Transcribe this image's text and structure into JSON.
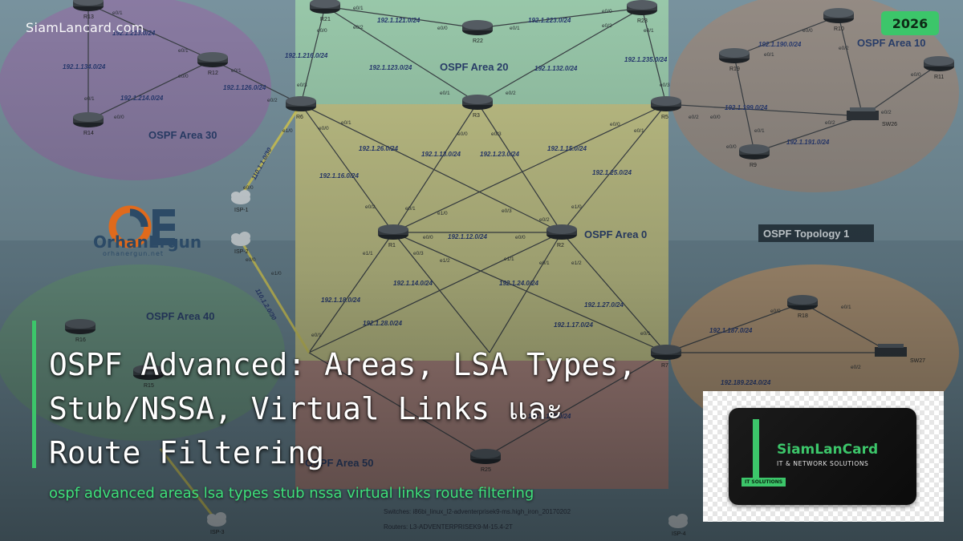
{
  "brand": {
    "site_name": "SiamLancard.com",
    "year": "2026"
  },
  "headline": {
    "title_lines": [
      "OSPF Advanced: Areas, LSA Types,",
      "Stub/NSSA, Virtual Links และ",
      "Route Filtering"
    ],
    "subtitle": "ospf advanced areas lsa types stub nssa virtual links route filtering"
  },
  "orhan_logo": {
    "name": "OrhanErgun",
    "url": "orhanergun.net",
    "colors": {
      "orange": "#e06a1c",
      "navy": "#2c4a66"
    }
  },
  "card": {
    "name": "SiamLanCard",
    "tagline": "IT & NETWORK SOLUTIONS",
    "tag": "IT SOLUTIONS"
  },
  "colors": {
    "accent_green": "#3cc66a",
    "area0_fill": "#c9c98a",
    "area20_fill": "#9fd0b0",
    "area30_fill": "#8f7fa8",
    "area10_fill": "#9a9088",
    "area40_fill": "#6f9a86",
    "area50_fill": "#b58a82",
    "area_right_bottom_fill": "#b89a78"
  },
  "diagram": {
    "topology_label": "OSPF Topology 1",
    "areas": [
      {
        "id": "a30",
        "label": "OSPF Area 30"
      },
      {
        "id": "a20",
        "label": "OSPF Area 20"
      },
      {
        "id": "a10",
        "label": "OSPF Area 10"
      },
      {
        "id": "a0",
        "label": "OSPF Area 0"
      },
      {
        "id": "a40",
        "label": "OSPF Area 40"
      },
      {
        "id": "a50",
        "label": "OSPF Area 50"
      }
    ],
    "routers": [
      {
        "id": "R13",
        "label": "R13"
      },
      {
        "id": "R12",
        "label": "R12"
      },
      {
        "id": "R14",
        "label": "R14"
      },
      {
        "id": "R6",
        "label": "R6"
      },
      {
        "id": "R21",
        "label": "R21"
      },
      {
        "id": "R22",
        "label": "R22"
      },
      {
        "id": "R23",
        "label": "R23"
      },
      {
        "id": "R3",
        "label": "R3"
      },
      {
        "id": "R5",
        "label": "R5"
      },
      {
        "id": "R1",
        "label": "R1"
      },
      {
        "id": "R2",
        "label": "R2"
      },
      {
        "id": "R10",
        "label": "R10"
      },
      {
        "id": "R19",
        "label": "R19"
      },
      {
        "id": "R11",
        "label": "R11"
      },
      {
        "id": "R9",
        "label": "R9"
      },
      {
        "id": "R16",
        "label": "R16"
      },
      {
        "id": "R15",
        "label": "R15"
      },
      {
        "id": "R7",
        "label": "R7"
      },
      {
        "id": "R18",
        "label": "R18"
      },
      {
        "id": "R25",
        "label": "R25"
      }
    ],
    "switches": [
      {
        "id": "SW26",
        "label": "SW26"
      },
      {
        "id": "SW27",
        "label": "SW27"
      }
    ],
    "clouds": [
      {
        "id": "ISP-1",
        "label": "ISP-1"
      },
      {
        "id": "ISP-2",
        "label": "ISP-2"
      },
      {
        "id": "ISP-3",
        "label": "ISP-3"
      },
      {
        "id": "ISP-4",
        "label": "ISP-4"
      }
    ],
    "subnets": [
      "192.1.213.0/24",
      "192.1.134.0/24",
      "192.1.214.0/24",
      "192.1.126.0/24",
      "192.1.216.0/24",
      "192.1.121.0/24",
      "192.1.223.0/24",
      "192.1.123.0/24",
      "192.1.132.0/24",
      "192.1.235.0/24",
      "192.1.190.0/24",
      "192.1.199.0/24",
      "192.1.191.0/24",
      "192.1.26.0/24",
      "192.1.13.0/24",
      "192.1.23.0/24",
      "192.1.15.0/24",
      "192.1.16.0/24",
      "192.1.25.0/24",
      "192.1.12.0/24",
      "192.1.14.0/24",
      "192.1.24.0/24",
      "192.1.18.0/24",
      "192.1.27.0/24",
      "192.1.28.0/24",
      "192.1.17.0/24",
      "192.1.187.0/24",
      "192.189.224.0/24",
      "192.1.127.0/24",
      "110.1.1.0/30",
      "110.1.2.0/30"
    ],
    "interfaces": [
      "e0/0",
      "e0/1",
      "e0/2",
      "e0/3",
      "e1/0",
      "e1/1",
      "e1/2"
    ],
    "footer_lines": [
      "Switches: i86bi_linux_l2-adventerprisek9-ms.high_iron_20170202",
      "Routers: L3-ADVENTERPRISEK9-M-15.4-2T"
    ]
  }
}
